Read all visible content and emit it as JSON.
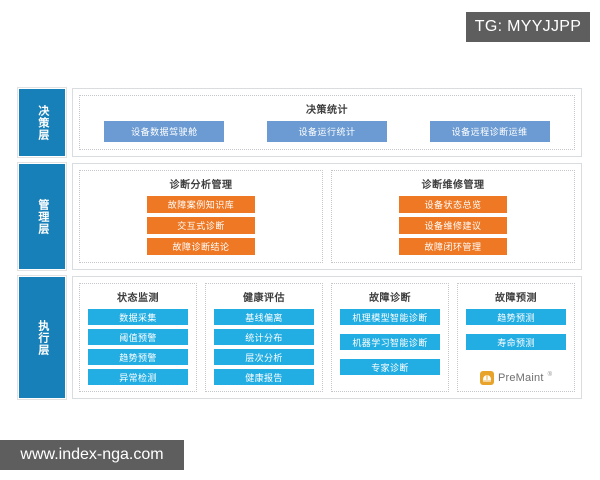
{
  "overlay": {
    "tag_badge": "TG: MYYJJPP",
    "watermark": "www.index-nga.com"
  },
  "colors": {
    "layer_tab": "#1880b8",
    "decision_chip": "#6b9bd2",
    "management_chip": "#ee7824",
    "execution_chip": "#23aee3",
    "logo_mark": "#e8a32a",
    "overlay_badge": "#5e5e5e"
  },
  "diagram": {
    "layers": [
      {
        "tab_label": "决策层",
        "groups": [
          {
            "title": "决策统计",
            "items": [
              "设备数据驾驶舱",
              "设备运行统计",
              "设备远程诊断运维"
            ]
          }
        ]
      },
      {
        "tab_label": "管理层",
        "groups": [
          {
            "title": "诊断分析管理",
            "items": [
              "故障案例知识库",
              "交互式诊断",
              "故障诊断结论"
            ]
          },
          {
            "title": "诊断维修管理",
            "items": [
              "设备状态总览",
              "设备维修建议",
              "故障闭环管理"
            ]
          }
        ]
      },
      {
        "tab_label": "执行层",
        "groups": [
          {
            "title": "状态监测",
            "items": [
              "数据采集",
              "阈值预警",
              "趋势预警",
              "异常检测"
            ]
          },
          {
            "title": "健康评估",
            "items": [
              "基线偏离",
              "统计分布",
              "层次分析",
              "健康报告"
            ]
          },
          {
            "title": "故障诊断",
            "items": [
              "机理模型智能诊断",
              "机器学习智能诊断",
              "专家诊断"
            ]
          },
          {
            "title": "故障预测",
            "items": [
              "趋势预测",
              "寿命预测"
            ],
            "logo": {
              "text": "PreMaint",
              "registered": "®",
              "icon": "premaint-logo-icon"
            }
          }
        ]
      }
    ]
  }
}
